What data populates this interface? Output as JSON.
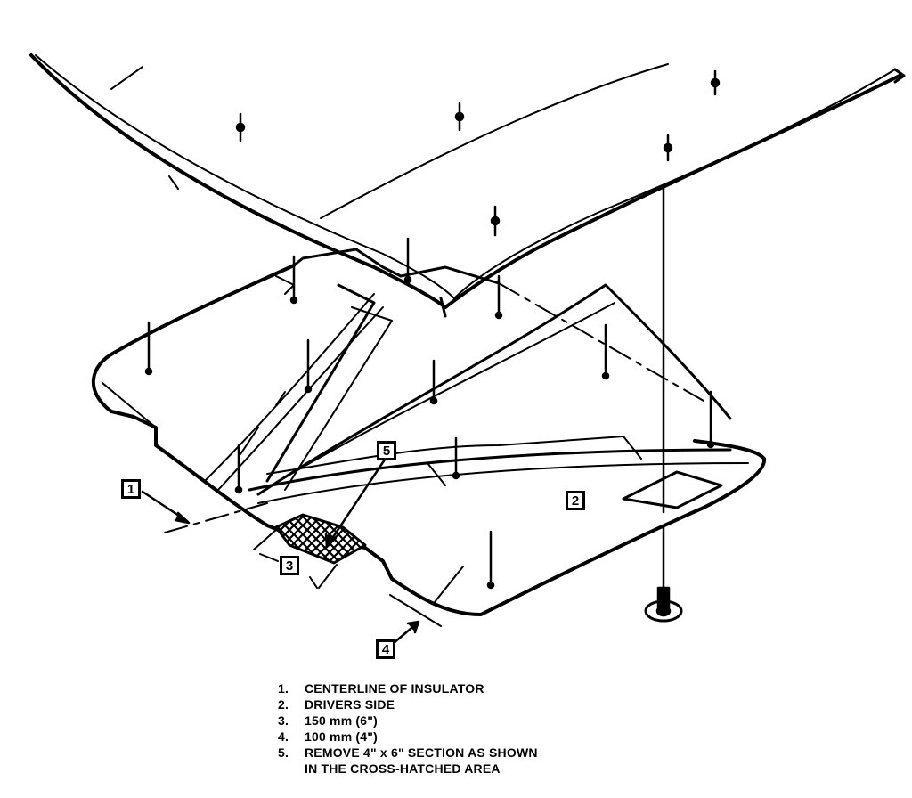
{
  "callouts": {
    "c1": "1",
    "c2": "2",
    "c3": "3",
    "c4": "4",
    "c5": "5"
  },
  "legend": [
    {
      "num": "1.",
      "text": "CENTERLINE OF INSULATOR"
    },
    {
      "num": "2.",
      "text": "DRIVERS SIDE"
    },
    {
      "num": "3.",
      "text": "150 mm (6\")"
    },
    {
      "num": "4.",
      "text": "100 mm (4\")"
    },
    {
      "num": "5.",
      "text": "REMOVE 4\" x 6\" SECTION AS SHOWN\nIN THE CROSS-HATCHED AREA"
    }
  ]
}
